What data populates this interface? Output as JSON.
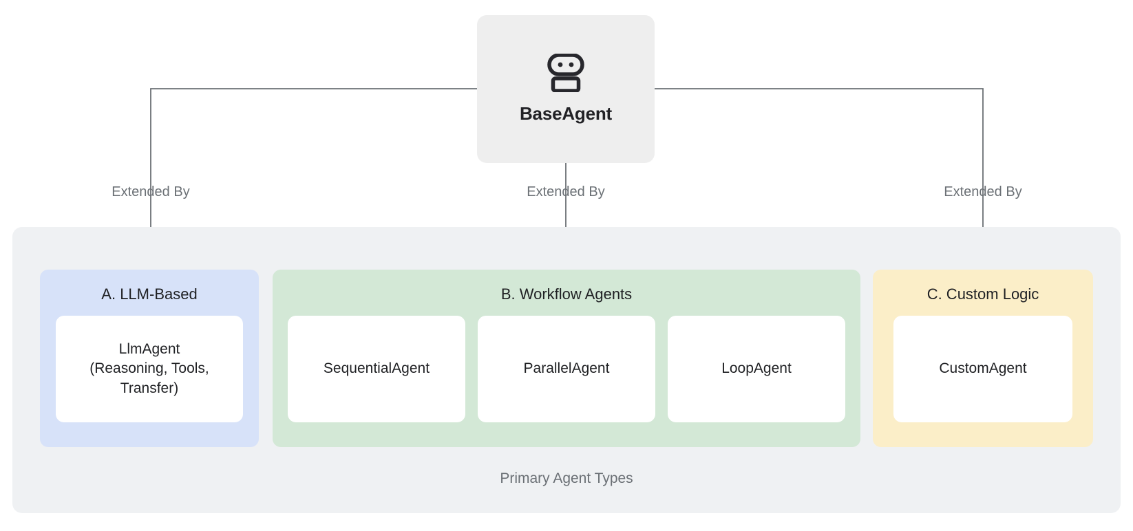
{
  "diagram": {
    "root": {
      "label": "BaseAgent",
      "icon": "robot-icon"
    },
    "edges": [
      {
        "label": "Extended By",
        "target": "A. LLM-Based"
      },
      {
        "label": "Extended By",
        "target": "B. Workflow Agents"
      },
      {
        "label": "Extended By",
        "target": "C. Custom Logic"
      }
    ],
    "group": {
      "caption": "Primary Agent Types",
      "background": "#eff1f3",
      "categories": [
        {
          "title": "A. LLM-Based",
          "color": "#d7e2f9",
          "nodes": [
            {
              "label": "LlmAgent\n(Reasoning, Tools,\nTransfer)"
            }
          ]
        },
        {
          "title": "B. Workflow Agents",
          "color": "#d3e8d6",
          "nodes": [
            {
              "label": "SequentialAgent"
            },
            {
              "label": "ParallelAgent"
            },
            {
              "label": "LoopAgent"
            }
          ]
        },
        {
          "title": "C. Custom Logic",
          "color": "#fbeec8",
          "nodes": [
            {
              "label": "CustomAgent"
            }
          ]
        }
      ]
    },
    "colors": {
      "root_background": "#eeeeee",
      "connector": "#6b7075",
      "text_primary": "#1f2023",
      "text_muted": "#6b7075",
      "leaf_background": "#ffffff"
    }
  }
}
